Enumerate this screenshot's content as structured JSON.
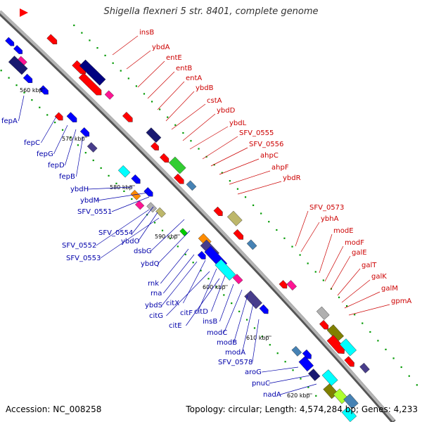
{
  "title": "Shigella flexneri 5 str. 8401, complete genome",
  "footer": {
    "accession": "Accession: NC_008258",
    "topology": "Topology: circular; Length: 4,574,284 bp; Genes: 4,233"
  },
  "colors": {
    "backbone": "#a0a0a0",
    "forward_label": "#cc0000",
    "reverse_label": "#0000aa",
    "forward_gene": "#ff0000",
    "reverse_gene": "#0000ff",
    "dots": "#009900"
  },
  "ticks": [
    "560 kbp",
    "570 kbp",
    "580 kbp",
    "590 kbp",
    "600 kbp",
    "610 kbp",
    "620 kbp"
  ],
  "labels_right": [
    "insB",
    "ybdA",
    "entE",
    "entB",
    "entA",
    "ybdB",
    "cstA",
    "ybdD",
    "ybdL",
    "SFV_0555",
    "SFV_0556",
    "ahpC",
    "ahpF",
    "ybdR",
    "SFV_0573",
    "ybhA",
    "modE",
    "modF",
    "galE",
    "galT",
    "galK",
    "galM",
    "gpmA"
  ],
  "labels_left": [
    "fepA",
    "fepC",
    "fepG",
    "fepD",
    "fepB",
    "ybdH",
    "ybdM",
    "SFV_0551",
    "SFV_0554",
    "ybdO",
    "SFV_0552",
    "SFV_0553",
    "dsbG",
    "ybdQ",
    "rnk",
    "rna",
    "ybdS",
    "citX",
    "citG",
    "citF",
    "citE",
    "citD",
    "insB",
    "modC",
    "modB",
    "modA",
    "SFV_0578",
    "aroG",
    "pnuC",
    "nadA"
  ]
}
